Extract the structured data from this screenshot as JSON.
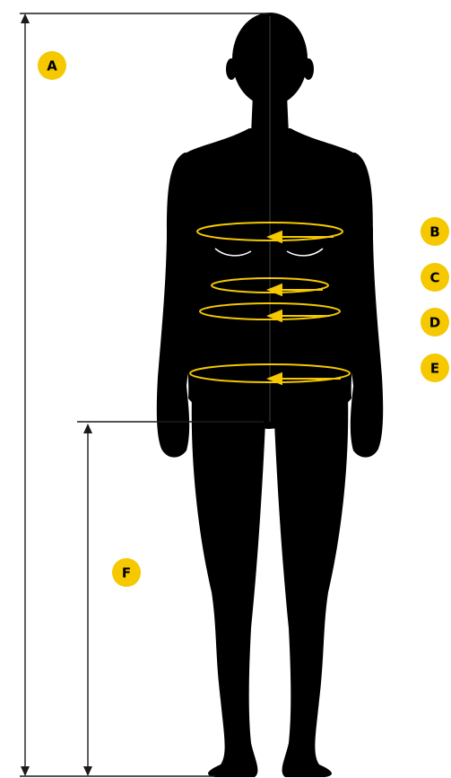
{
  "colors": {
    "silhouette": "#000000",
    "accent": "#f5c800",
    "line": "#1a1a1a",
    "background": "#ffffff"
  },
  "labels": {
    "A": "A",
    "B": "B",
    "C": "C",
    "D": "D",
    "E": "E",
    "F": "F"
  }
}
